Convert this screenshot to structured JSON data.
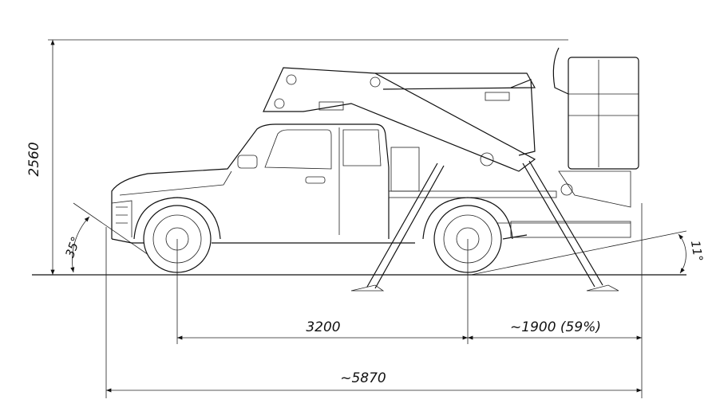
{
  "dimensions": {
    "height": "2560",
    "wheelbase": "3200",
    "rear_overhang": "~1900 (59%)",
    "overall_length": "~5870"
  },
  "angles": {
    "approach": "35°",
    "departure": "11°"
  }
}
